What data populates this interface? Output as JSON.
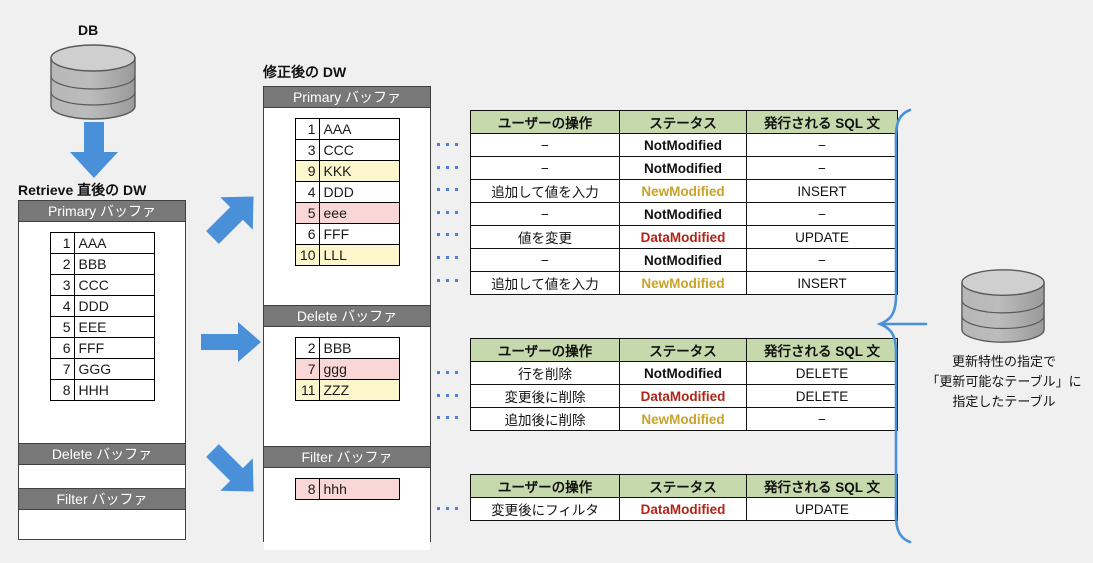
{
  "labels": {
    "db": "DB",
    "retrieve_dw": "Retrieve 直後の DW",
    "modified_dw": "修正後の DW"
  },
  "left_dw": {
    "buffers": [
      {
        "name": "Primary バッファ",
        "rows": [
          {
            "id": "1",
            "value": "AAA",
            "color": "white"
          },
          {
            "id": "2",
            "value": "BBB",
            "color": "white"
          },
          {
            "id": "3",
            "value": "CCC",
            "color": "white"
          },
          {
            "id": "4",
            "value": "DDD",
            "color": "white"
          },
          {
            "id": "5",
            "value": "EEE",
            "color": "white"
          },
          {
            "id": "6",
            "value": "FFF",
            "color": "white"
          },
          {
            "id": "7",
            "value": "GGG",
            "color": "white"
          },
          {
            "id": "8",
            "value": "HHH",
            "color": "white"
          }
        ]
      },
      {
        "name": "Delete バッファ",
        "rows": []
      },
      {
        "name": "Filter バッファ",
        "rows": []
      }
    ]
  },
  "middle_dw": {
    "buffers": [
      {
        "name": "Primary バッファ",
        "rows": [
          {
            "id": "1",
            "value": "AAA",
            "color": "white"
          },
          {
            "id": "3",
            "value": "CCC",
            "color": "white"
          },
          {
            "id": "9",
            "value": "KKK",
            "color": "yellow"
          },
          {
            "id": "4",
            "value": "DDD",
            "color": "white"
          },
          {
            "id": "5",
            "value": "eee",
            "color": "pink"
          },
          {
            "id": "6",
            "value": "FFF",
            "color": "white"
          },
          {
            "id": "10",
            "value": "LLL",
            "color": "yellow"
          }
        ]
      },
      {
        "name": "Delete バッファ",
        "rows": [
          {
            "id": "2",
            "value": "BBB",
            "color": "white"
          },
          {
            "id": "7",
            "value": "ggg",
            "color": "pink"
          },
          {
            "id": "11",
            "value": "ZZZ",
            "color": "yellow"
          }
        ]
      },
      {
        "name": "Filter バッファ",
        "rows": [
          {
            "id": "8",
            "value": "hhh",
            "color": "pink"
          }
        ]
      }
    ]
  },
  "op_tables": [
    {
      "headers": [
        "ユーザーの操作",
        "ステータス",
        "発行される SQL 文"
      ],
      "rows": [
        {
          "op": "−",
          "status": "NotModified",
          "status_kind": "not",
          "sql": "−"
        },
        {
          "op": "−",
          "status": "NotModified",
          "status_kind": "not",
          "sql": "−"
        },
        {
          "op": "追加して値を入力",
          "status": "NewModified",
          "status_kind": "new",
          "sql": "INSERT"
        },
        {
          "op": "−",
          "status": "NotModified",
          "status_kind": "not",
          "sql": "−"
        },
        {
          "op": "値を変更",
          "status": "DataModified",
          "status_kind": "data",
          "sql": "UPDATE"
        },
        {
          "op": "−",
          "status": "NotModified",
          "status_kind": "not",
          "sql": "−"
        },
        {
          "op": "追加して値を入力",
          "status": "NewModified",
          "status_kind": "new",
          "sql": "INSERT"
        }
      ]
    },
    {
      "headers": [
        "ユーザーの操作",
        "ステータス",
        "発行される SQL 文"
      ],
      "rows": [
        {
          "op": "行を削除",
          "status": "NotModified",
          "status_kind": "not",
          "sql": "DELETE"
        },
        {
          "op": "変更後に削除",
          "status": "DataModified",
          "status_kind": "data",
          "sql": "DELETE"
        },
        {
          "op": "追加後に削除",
          "status": "NewModified",
          "status_kind": "new",
          "sql": "−"
        }
      ]
    },
    {
      "headers": [
        "ユーザーの操作",
        "ステータス",
        "発行される SQL 文"
      ],
      "rows": [
        {
          "op": "変更後にフィルタ",
          "status": "DataModified",
          "status_kind": "data",
          "sql": "UPDATE"
        }
      ]
    }
  ],
  "right_caption": [
    "更新特性の指定で",
    "「更新可能なテーブル」に",
    "指定したテーブル"
  ],
  "colors": {
    "accent_blue": "#4a90d9",
    "header_gray": "#787878",
    "table_header_green": "#c6d9ad",
    "row_yellow": "#fcf6cd",
    "row_pink": "#f9d7d7",
    "status_new": "#c9a227",
    "status_data": "#b02418",
    "background": "#f0f0f0"
  }
}
